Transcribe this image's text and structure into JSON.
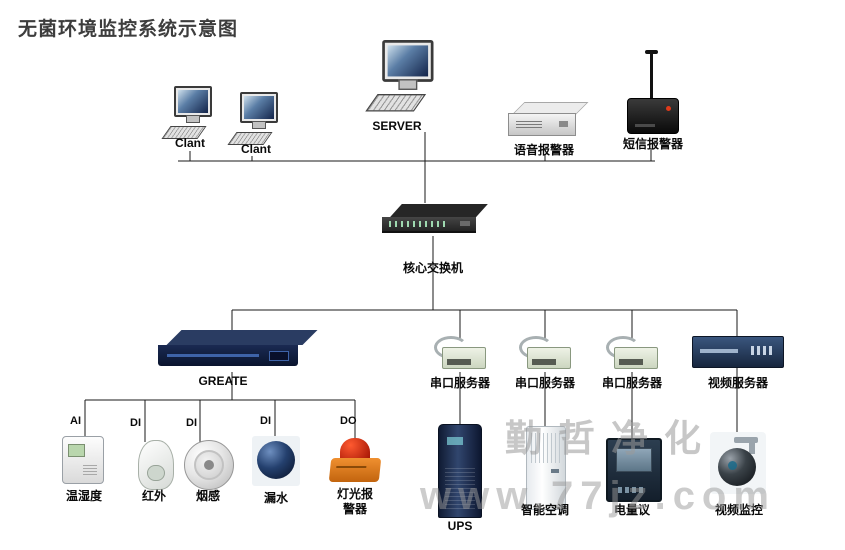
{
  "title": "无菌环境监控系统示意图",
  "watermark": {
    "brand": "勤哲净化",
    "url": "www.77jz.com"
  },
  "nodes": {
    "client1": {
      "label": "Clant"
    },
    "client2": {
      "label": "Clant"
    },
    "server": {
      "label": "SERVER"
    },
    "voice_alarm": {
      "label": "语音报警器"
    },
    "sms_alarm": {
      "label": "短信报警器"
    },
    "core_switch": {
      "label": "核心交换机"
    },
    "greate": {
      "label": "GREATE"
    },
    "serial_server1": {
      "label": "串口服务器"
    },
    "serial_server2": {
      "label": "串口服务器"
    },
    "serial_server3": {
      "label": "串口服务器"
    },
    "video_server": {
      "label": "视频服务器"
    },
    "temp_humidity": {
      "port": "AI",
      "label": "温湿度"
    },
    "infrared": {
      "port": "DI",
      "label": "红外"
    },
    "smoke": {
      "port": "DI",
      "label": "烟感"
    },
    "water_leak": {
      "port": "DI",
      "label": "漏水"
    },
    "light_alarm": {
      "port": "DO",
      "label": "灯光报警器"
    },
    "ups": {
      "label": "UPS"
    },
    "smart_ac": {
      "label": "智能空调"
    },
    "power_meter": {
      "label": "电量议"
    },
    "video_monitor": {
      "label": "视频监控"
    }
  }
}
